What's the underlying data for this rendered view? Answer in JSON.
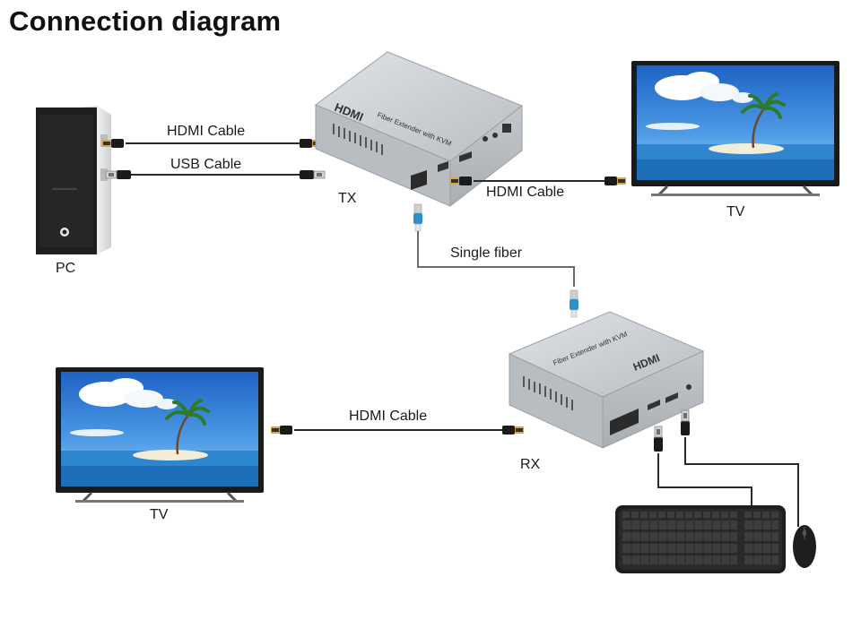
{
  "title": "Connection diagram",
  "labels": {
    "hdmi_cable_pc": "HDMI Cable",
    "usb_cable": "USB Cable",
    "tx": "TX",
    "hdmi_cable_tv_top": "HDMI Cable",
    "tv_top": "TV",
    "pc": "PC",
    "single_fiber": "Single fiber",
    "hdmi_cable_tv_bottom": "HDMI Cable",
    "rx": "RX",
    "tv_bottom": "TV"
  },
  "device_text": {
    "tx_logo": "HDMI",
    "tx_name": "Fiber Extender with KVM",
    "rx_logo": "HDMI",
    "rx_name": "Fiber Extender with KVM"
  },
  "colors": {
    "cable": "#2a2a2a",
    "fiber": "#6b6b6b",
    "device_body": "#c9cdd1",
    "fiber_connector": "#2f8fc8",
    "sky": "#2f7fd6"
  }
}
